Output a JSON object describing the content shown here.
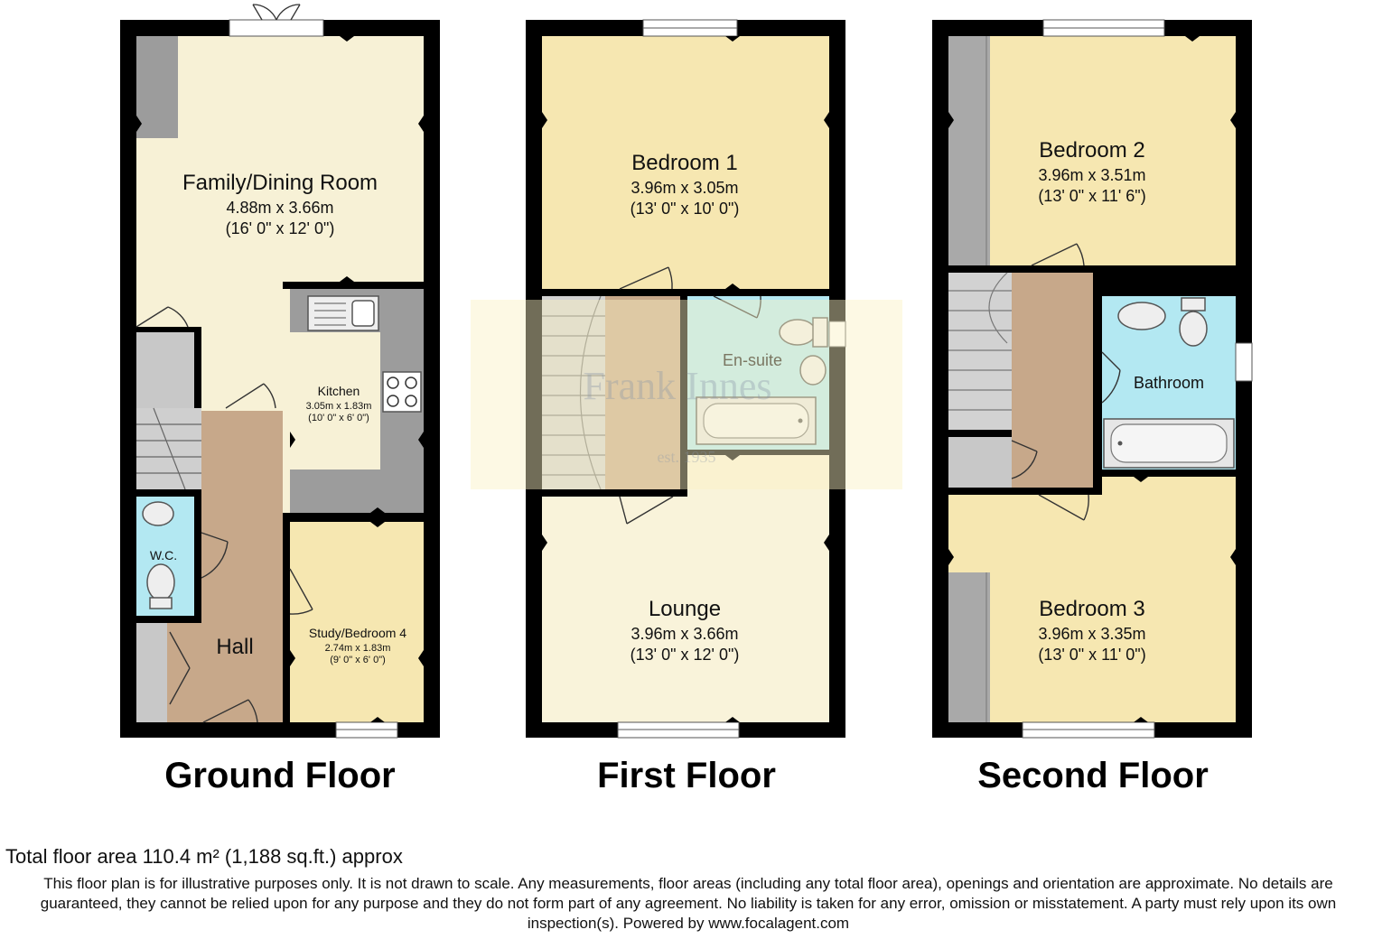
{
  "colors": {
    "wall": "#000000",
    "hall": "#c7a88a",
    "family_room": "#f7f1d6",
    "bedroom": "#f6e7b1",
    "lounge": "#f9f3da",
    "wet_room": "#b3e8f2",
    "cupboard": "#c8c8c8",
    "worktop": "#9c9c9c",
    "watermark": "#fbf2c4"
  },
  "floors": [
    {
      "name": "Ground Floor",
      "rooms": [
        {
          "name": "Family/Dining Room",
          "metric": "4.88m x 3.66m",
          "imperial": "(16' 0\" x 12' 0\")"
        },
        {
          "name": "Kitchen",
          "metric": "3.05m x 1.83m",
          "imperial": "(10' 0\" x 6' 0\")"
        },
        {
          "name": "W.C.",
          "metric": "",
          "imperial": ""
        },
        {
          "name": "Hall",
          "metric": "",
          "imperial": ""
        },
        {
          "name": "Study/Bedroom 4",
          "metric": "2.74m x 1.83m",
          "imperial": "(9' 0\" x 6' 0\")"
        }
      ]
    },
    {
      "name": "First Floor",
      "rooms": [
        {
          "name": "Bedroom 1",
          "metric": "3.96m x 3.05m",
          "imperial": "(13' 0\" x 10' 0\")"
        },
        {
          "name": "En-suite",
          "metric": "",
          "imperial": ""
        },
        {
          "name": "Lounge",
          "metric": "3.96m x 3.66m",
          "imperial": "(13' 0\" x 12' 0\")"
        }
      ]
    },
    {
      "name": "Second Floor",
      "rooms": [
        {
          "name": "Bedroom 2",
          "metric": "3.96m x 3.51m",
          "imperial": "(13' 0\" x 11' 6\")"
        },
        {
          "name": "Bathroom",
          "metric": "",
          "imperial": ""
        },
        {
          "name": "Bedroom 3",
          "metric": "3.96m x 3.35m",
          "imperial": "(13' 0\" x 11' 0\")"
        }
      ]
    }
  ],
  "watermark": {
    "brand": "Frank Innes",
    "established": "est. 1935"
  },
  "footer": {
    "total_area": "Total floor area 110.4 m² (1,188 sq.ft.) approx",
    "disclaimer": "This floor plan is for illustrative purposes only. It is not drawn to scale. Any measurements, floor areas (including any total floor area), openings and orientation are approximate. No details are guaranteed, they cannot be relied upon for any purpose and they do not form part of any agreement. No liability is taken for any error, omission or misstatement. A party must rely upon its own inspection(s). Powered by www.focalagent.com"
  }
}
